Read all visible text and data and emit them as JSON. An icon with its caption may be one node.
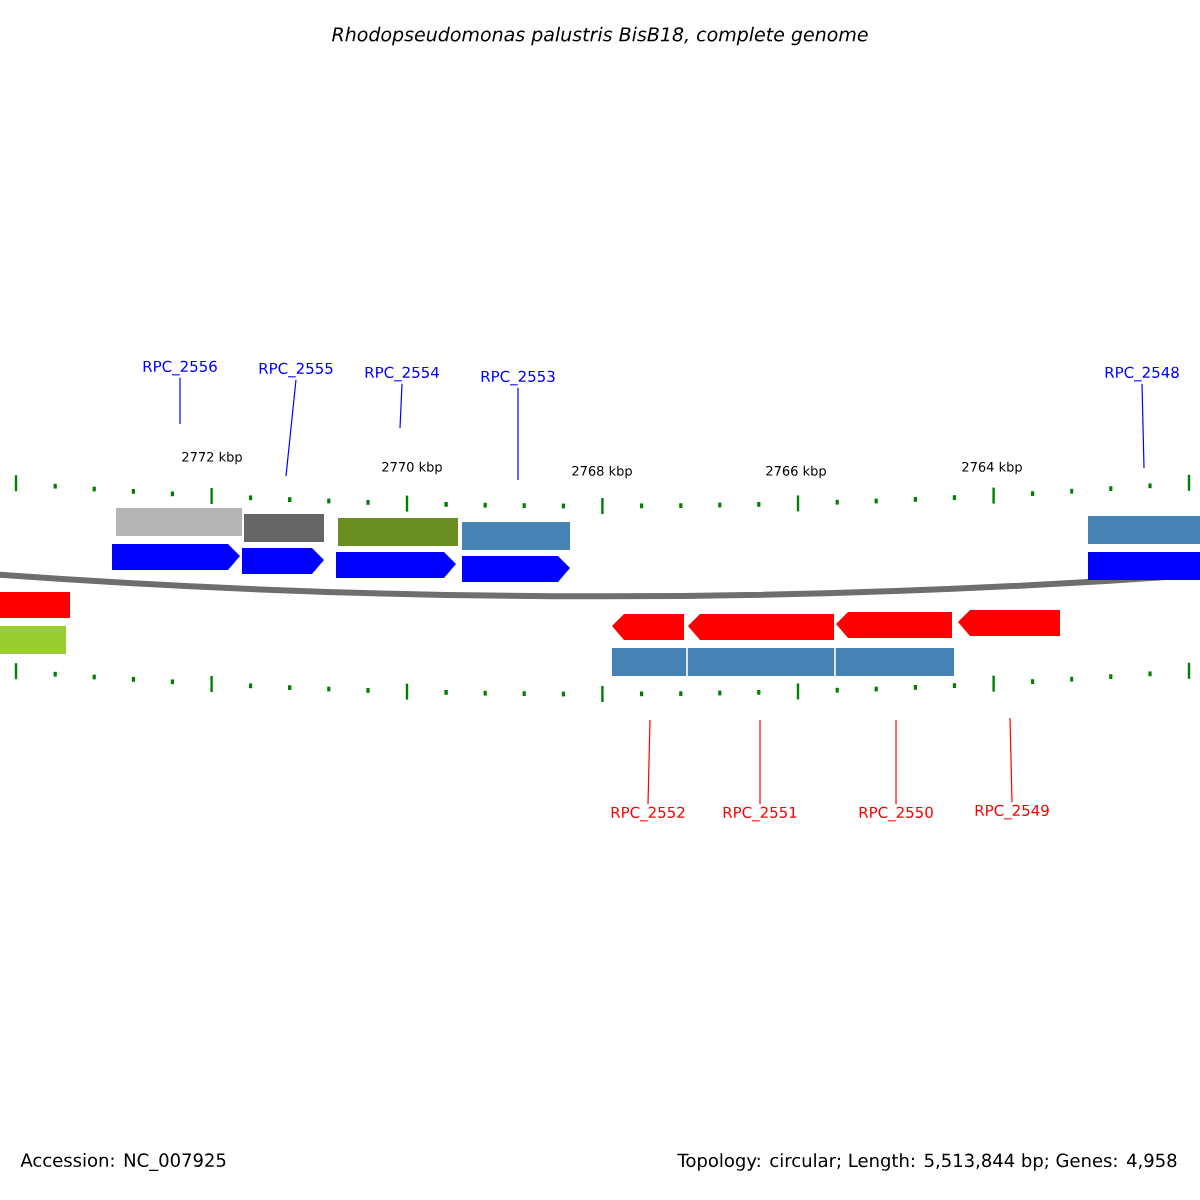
{
  "diagram": {
    "title": "Rhodopseudomonas palustris BisB18, complete genome",
    "nodes": [
      {
        "text": [
          "RPC_2556"
        ]
      },
      {
        "text": [
          "RPC_2555"
        ]
      },
      {
        "text": [
          "RPC_2554"
        ]
      },
      {
        "text": [
          "RPC_2553"
        ]
      },
      {
        "text": [
          "RPC_2548"
        ]
      },
      {
        "text": [
          "RPC_2552"
        ]
      },
      {
        "text": [
          "RPC_2551"
        ]
      },
      {
        "text": [
          "RPC_2550"
        ]
      },
      {
        "text": [
          "RPC_2549"
        ]
      }
    ],
    "edges": [
      {
        "from": 0,
        "to": null,
        "arrow": "none"
      },
      {
        "from": 1,
        "to": null,
        "arrow": "none"
      },
      {
        "from": 2,
        "to": null,
        "arrow": "none"
      },
      {
        "from": 3,
        "to": null,
        "arrow": "none"
      },
      {
        "from": 4,
        "to": null,
        "arrow": "none"
      },
      {
        "from": 5,
        "to": null,
        "arrow": "none",
        "color": "#ff0000"
      },
      {
        "from": 6,
        "to": null,
        "arrow": "none",
        "color": "#ff0000"
      },
      {
        "from": 7,
        "to": null,
        "arrow": "none",
        "color": "#ff0000"
      },
      {
        "from": 8,
        "to": null,
        "arrow": "none",
        "color": "#ff0000"
      }
    ],
    "labels": [
      "2772 kbp",
      "2770 kbp",
      "2768 kbp",
      "2766 kbp",
      "2764 kbp",
      "Accession: NC_007925",
      "Topology: circular; Length: 5,513,844 bp; Genes: 4,958"
    ]
  }
}
